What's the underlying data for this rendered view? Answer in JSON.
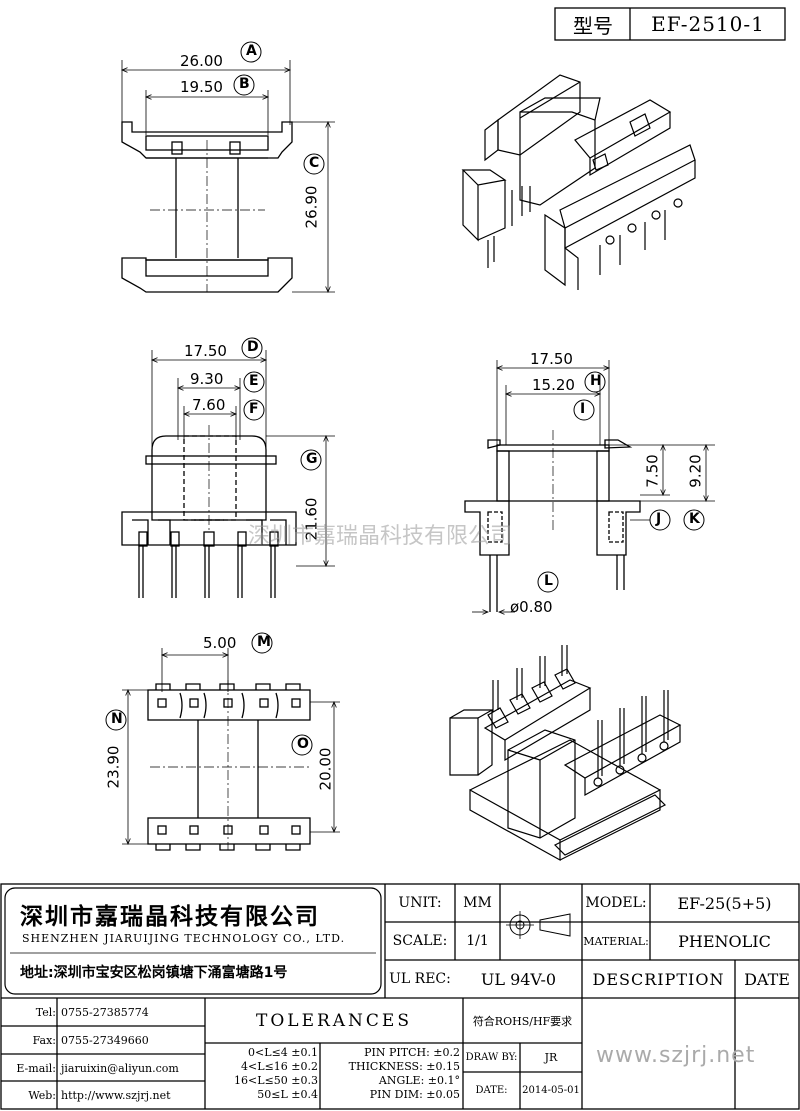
{
  "header": {
    "model_label": "型号",
    "model_value": "EF-2510-1"
  },
  "views": {
    "top_left": {
      "dim_a": "26.00",
      "mark_a": "A",
      "dim_b": "19.50",
      "mark_b": "B",
      "dim_c": "26.90",
      "mark_c": "C"
    },
    "mid_left": {
      "dim_d": "17.50",
      "mark_d": "D",
      "dim_e": "9.30",
      "mark_e": "E",
      "dim_f": "7.60",
      "mark_f": "F",
      "dim_g": "21.60",
      "mark_g": "G"
    },
    "mid_right": {
      "dim_h": "17.50",
      "mark_h": "H",
      "dim_i": "15.20",
      "mark_i": "I",
      "dim_75": "7.50",
      "dim_92": "9.20",
      "mark_j": "J",
      "mark_k": "K",
      "dim_l": "ø0.80",
      "mark_l": "L"
    },
    "bottom_left": {
      "dim_m": "5.00",
      "mark_m": "M",
      "dim_n": "23.90",
      "mark_n": "N",
      "dim_o": "20.00",
      "mark_o": "O"
    }
  },
  "watermark": "深圳市嘉瑞晶科技有限公司",
  "title_block": {
    "company_cn": "深圳市嘉瑞晶科技有限公司",
    "company_en": "SHENZHEN JIARUIJING TECHNOLOGY CO., LTD.",
    "address": "地址:深圳市宝安区松岗镇塘下涌富塘路1号",
    "unit_label": "UNIT:",
    "unit_value": "MM",
    "scale_label": "SCALE:",
    "scale_value": "1/1",
    "ul_label": "UL REC:",
    "ul_value": "UL 94V-0",
    "model_label": "MODEL:",
    "model_value": "EF-25(5+5)",
    "material_label": "MATERIAL:",
    "material_value": "PHENOLIC",
    "description_label": "DESCRIPTION",
    "date_header": "DATE",
    "tel_label": "Tel:",
    "tel_value": "0755-27385774",
    "fax_label": "Fax:",
    "fax_value": "0755-27349660",
    "email_label": "E-mail:",
    "email_value": "jiaruixin@aliyun.com",
    "web_label": "Web:",
    "web_value": "http://www.szjrj.net",
    "tolerances_title": "TOLERANCES",
    "tol_rows": [
      "0<L≤4  ±0.1",
      "4<L≤16  ±0.2",
      "16<L≤50  ±0.3",
      "50≤L  ±0.4"
    ],
    "pin_rows": [
      "PIN PITCH: ±0.2",
      "THICKNESS: ±0.15",
      "ANGLE: ±0.1°",
      "PIN DIM: ±0.05"
    ],
    "rohs": "符合ROHS/HF要求",
    "draw_by_label": "DRAW BY:",
    "draw_by_value": "JR",
    "date_label": "DATE:",
    "date_value": "2014-05-01",
    "site_watermark": "www.szjrj.net"
  }
}
